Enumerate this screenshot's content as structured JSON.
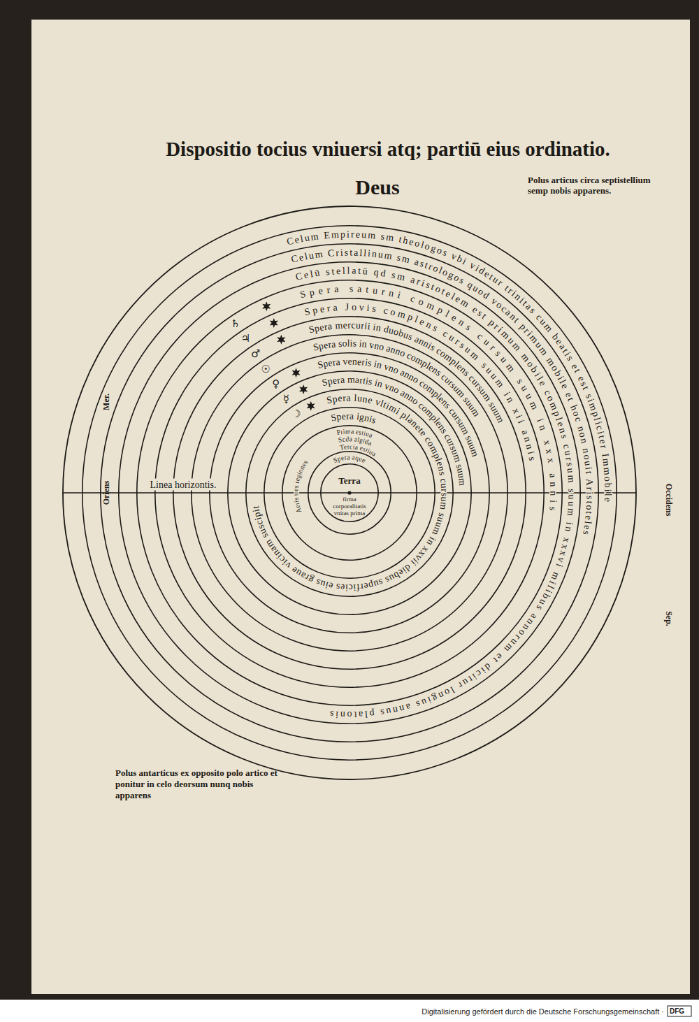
{
  "diagram": {
    "title": "Dispositio tocius vniuersi atq; partiū eius ordinatio.",
    "nodes": [
      {
        "text": [
          "Celum Empireum sm theologos vbi videtur trinitas cum beatis et est simpliciter Immobile"
        ]
      },
      {
        "text": [
          "Celum Cristallinum sm astrologos quod vocant primum mobile et hoc non nouit Aristoteles"
        ],
        "in": 0
      },
      {
        "text": [
          "Celū stellatū qd sm aristotelem est primum mobile complens cursum suum in xxxvi milibus annorum et dicitur longius annus platonis"
        ],
        "in": 1
      },
      {
        "text": [
          "Spera saturni complens cursum suum in xxx annis"
        ],
        "in": 2
      },
      {
        "text": [
          "Spera Jovis complens cursum suum in xii annis"
        ],
        "in": 3
      },
      {
        "text": [
          "Spera mercurii in duobus annis complens cursum suum"
        ],
        "in": 4
      },
      {
        "text": [
          "Spera solis in vno anno complens cursum suum"
        ],
        "in": 5
      },
      {
        "text": [
          "Spera veneris in vno anno complens cursum suum"
        ],
        "in": 6
      },
      {
        "text": [
          "Spera martis in vno anno complens cursum suum"
        ],
        "in": 7
      },
      {
        "text": [
          "Spera lune vltimi planete complens cursum suum in xxvii diebus superficies eius graue vicinam suscipit"
        ],
        "in": 8
      },
      {
        "text": [
          "Spera ignis"
        ],
        "in": 9
      },
      {
        "text": [
          "Aeris tres regiones",
          "Prima estiua",
          "Scda algida",
          "Tercia estiua"
        ],
        "in": 10
      },
      {
        "text": [
          "Spera aque"
        ],
        "in": 11
      },
      {
        "text": [
          "Terra",
          "firma corporalitatis vnitas prima"
        ],
        "in": 12
      }
    ],
    "labels": [
      "Deus",
      "Polus articus circa septistellium semp nobis apparens.",
      "Mer.",
      "Oriens",
      "Linea horizontis.",
      "Occidens",
      "Sep.",
      "Polus antarticus ex opposito polo artico et ponitur in celo deorsum nunq nobis apparens",
      "♄",
      "♃",
      "♂",
      "☉",
      "♀",
      "☿",
      "☽",
      "Digitalisierung gefördert durch die Deutsche Forschungsgemeinschaft ·",
      "DFG"
    ]
  }
}
